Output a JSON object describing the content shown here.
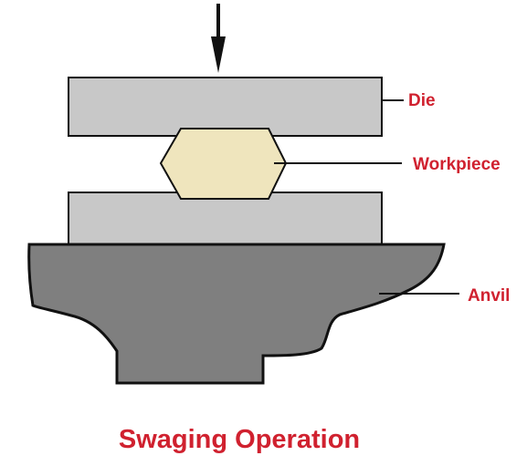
{
  "diagram": {
    "title": "Swaging Operation",
    "labels": {
      "die": "Die",
      "workpiece": "Workpiece",
      "anvil": "Anvil"
    },
    "colors": {
      "die_fill": "#c8c8c8",
      "workpiece_fill": "#efe5bd",
      "anvil_fill": "#7f7f7f",
      "outline": "#111111",
      "label_text": "#d0212f"
    }
  }
}
